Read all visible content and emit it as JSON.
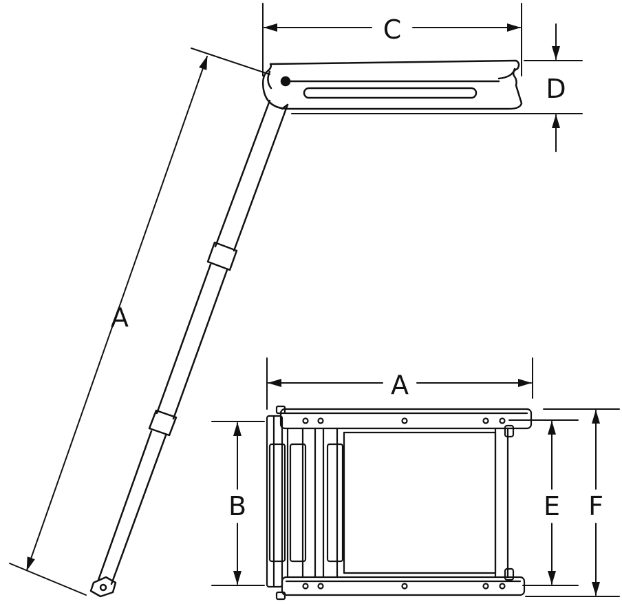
{
  "labels": {
    "a_side": "A",
    "a_front": "A",
    "b": "B",
    "c": "C",
    "d": "D",
    "e": "E",
    "f": "F"
  },
  "colors": {
    "stroke": "#111111",
    "background": "#ffffff"
  }
}
